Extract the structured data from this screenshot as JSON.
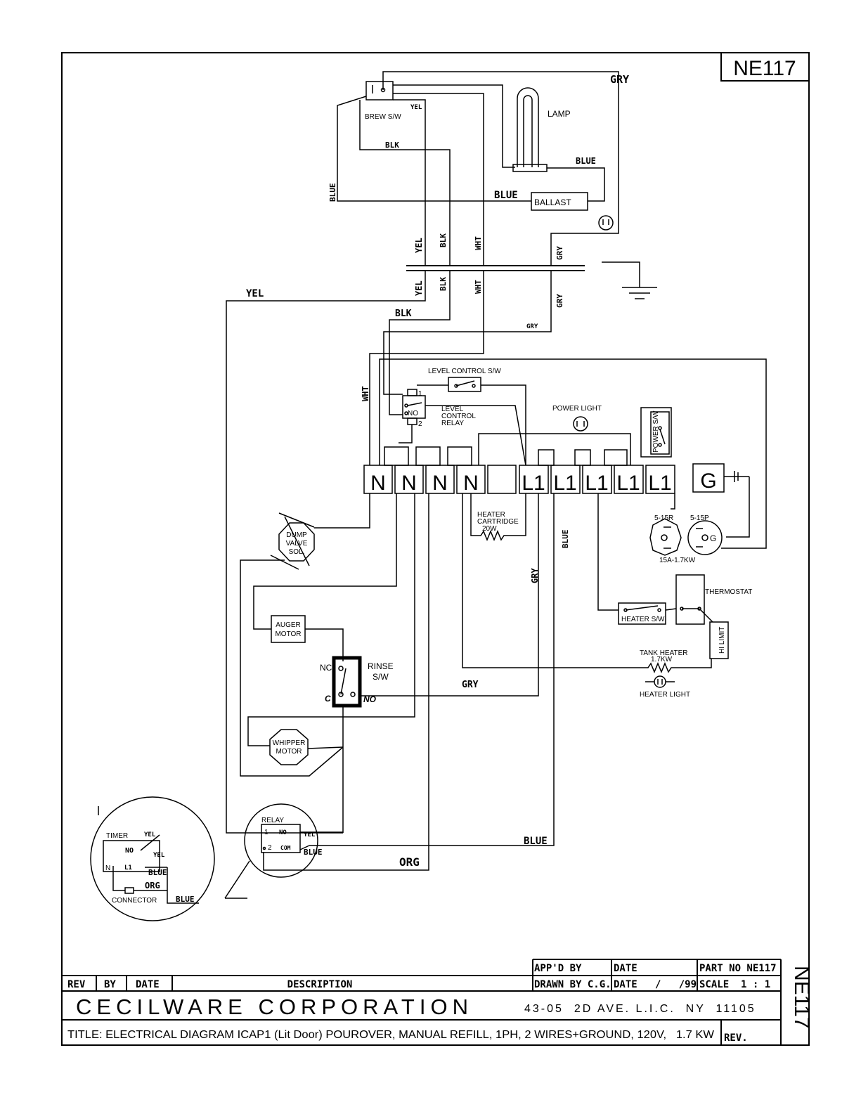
{
  "drawing_id": "NE117",
  "components": {
    "brew_sw": "BREW S/W",
    "lamp": "LAMP",
    "ballast": "BALLAST",
    "level_control_sw": "LEVEL CONTROL S/W",
    "level_relay": [
      "LEVEL",
      "CONTROL",
      "RELAY"
    ],
    "relay_pins": [
      "1",
      "NO",
      "2"
    ],
    "power_light": "POWER LIGHT",
    "power_sw": "POWER S/W",
    "heater_cartridge": [
      "HEATER",
      "CARTRIDGE",
      "20W"
    ],
    "dump_valve": [
      "DUMP",
      "VALVE",
      "SOL."
    ],
    "auger_motor": [
      "AUGER",
      "MOTOR"
    ],
    "rinse_sw": [
      "RINSE",
      "S/W"
    ],
    "rinse_pins": {
      "nc": "NC",
      "c": "C",
      "no": "NO"
    },
    "whipper_motor": [
      "WHIPPER",
      "MOTOR"
    ],
    "receptacle_15r": "5-15R",
    "plug_15p": "5-15P",
    "plug_rating": "15A-1.7KW",
    "plug_g": "G",
    "thermostat": "THERMOSTAT",
    "heater_sw": "HEATER S/W",
    "hi_limit": "HI LIMIT",
    "tank_heater": [
      "TANK HEATER",
      "1.7KW"
    ],
    "heater_light": "HEATER LIGHT",
    "relay": {
      "title": "RELAY",
      "p1": "1",
      "no": "NO",
      "p2": "2",
      "com": "COM"
    },
    "timer": {
      "title": "TIMER",
      "no": "NO",
      "n": "N",
      "l1": "L1",
      "connector": "CONNECTOR"
    }
  },
  "terminals": [
    "N",
    "N",
    "N",
    "N",
    "",
    "L1",
    "L1",
    "L1",
    "L1",
    "L1",
    "G"
  ],
  "wires": {
    "gry": "GRY",
    "yel": "YEL",
    "blk": "BLK",
    "wht": "WHT",
    "blue": "BLUE",
    "org": "ORG"
  },
  "title_block": {
    "headers": {
      "rev": "REV",
      "by": "BY",
      "date": "DATE",
      "description": "DESCRIPTION"
    },
    "appd_by": "APP'D BY",
    "date_label": "DATE",
    "part_no": "PART NO NE117",
    "drawn_by": "DRAWN BY C.G.",
    "date_value": "DATE   /   /99",
    "scale": "SCALE  1 : 1",
    "company": "CECILWARE CORPORATION",
    "address": "43-05  2D AVE. L.I.C.  NY  11105",
    "title": "TITLE: ELECTRICAL DIAGRAM ICAP1 (Lit Door) POUROVER, MANUAL REFILL, 1PH, 2 WIRES+GROUND, 120V,   1.7 KW",
    "rev_label": "REV."
  }
}
